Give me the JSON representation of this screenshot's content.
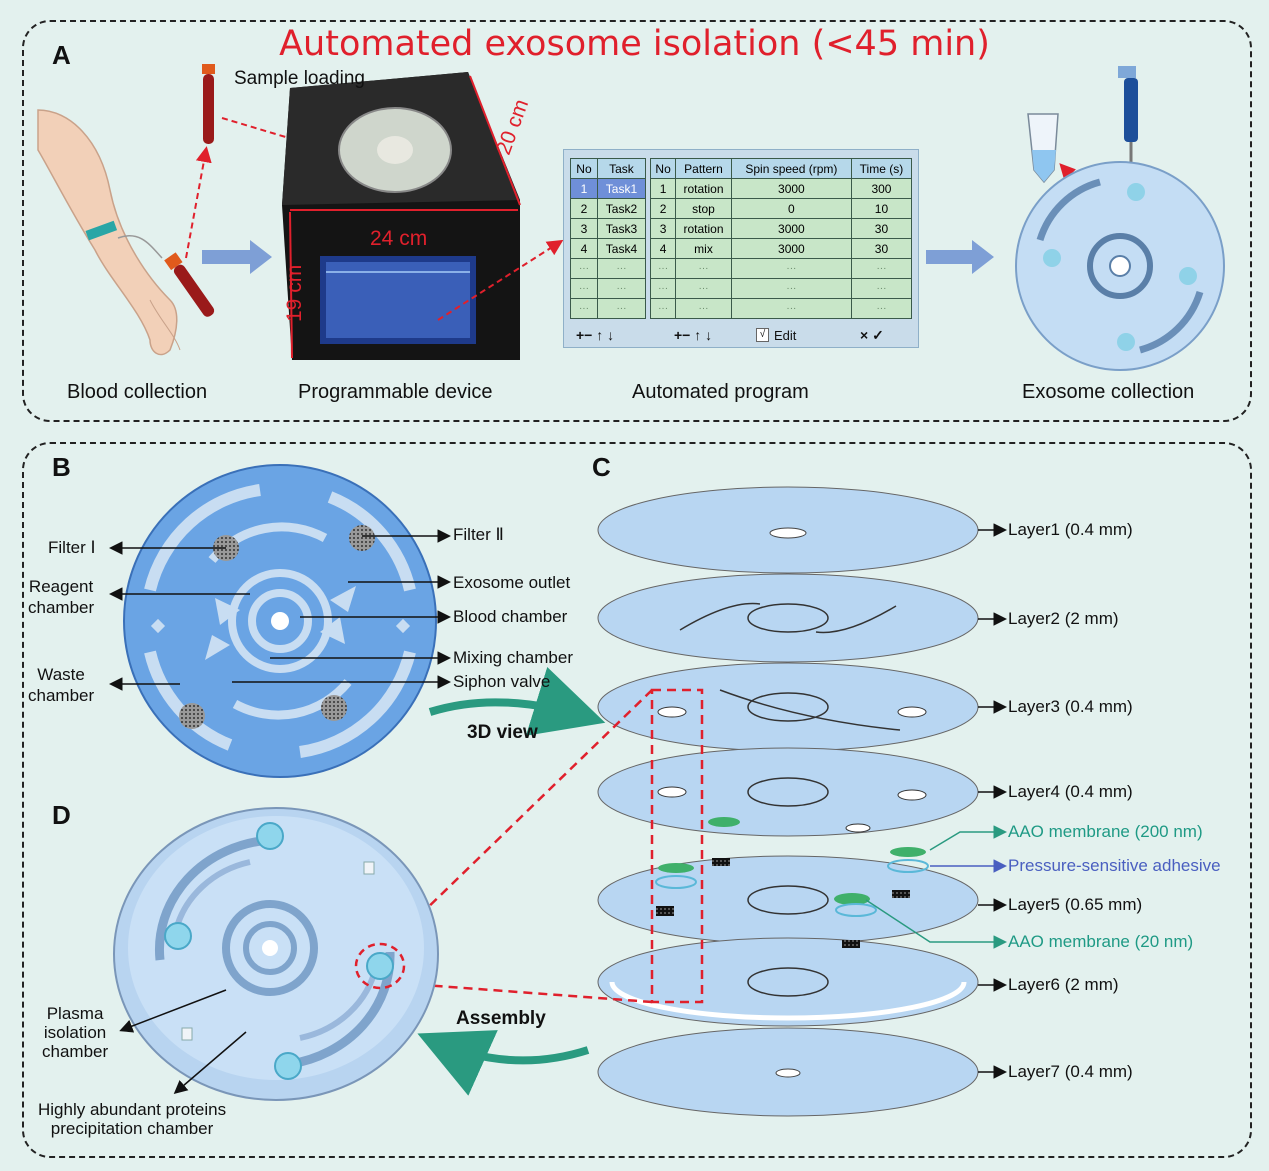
{
  "title": "Automated exosome isolation (<45 min)",
  "panels": {
    "a": "A",
    "b": "B",
    "c": "C",
    "d": "D"
  },
  "panel_a": {
    "sample_loading": "Sample loading",
    "dim_width": "24 cm",
    "dim_depth": "20 cm",
    "dim_height": "19 cm",
    "captions": {
      "blood": "Blood collection",
      "device": "Programmable device",
      "program": "Automated program",
      "exosome": "Exosome collection"
    }
  },
  "program_table": {
    "task_headers": [
      "No",
      "Task"
    ],
    "task_rows": [
      [
        "1",
        "Task1"
      ],
      [
        "2",
        "Task2"
      ],
      [
        "3",
        "Task3"
      ],
      [
        "4",
        "Task4"
      ],
      [
        "···",
        "···"
      ],
      [
        "···",
        "···"
      ],
      [
        "···",
        "···"
      ]
    ],
    "step_headers": [
      "No",
      "Pattern",
      "Spin speed (rpm)",
      "Time (s)"
    ],
    "step_rows": [
      [
        "1",
        "rotation",
        "3000",
        "300"
      ],
      [
        "2",
        "stop",
        "0",
        "10"
      ],
      [
        "3",
        "rotation",
        "3000",
        "30"
      ],
      [
        "4",
        "mix",
        "3000",
        "30"
      ],
      [
        "···",
        "···",
        "···",
        "···"
      ],
      [
        "···",
        "···",
        "···",
        "···"
      ],
      [
        "···",
        "···",
        "···",
        "···"
      ]
    ],
    "toolbar_left": "+− ↑ ↓",
    "toolbar_mid": "+− ↑ ↓",
    "edit_check": "√",
    "edit_label": "Edit",
    "toolbar_right": "×  ✓"
  },
  "panel_b": {
    "filter_1": "Filter Ⅰ",
    "filter_2": "Filter Ⅱ",
    "reagent": "Reagent\nchamber",
    "exosome_outlet": "Exosome outlet",
    "blood_chamber": "Blood chamber",
    "waste": "Waste\nchamber",
    "mixing": "Mixing chamber",
    "siphon": "Siphon valve",
    "view3d": "3D view"
  },
  "panel_c": {
    "layers": [
      "Layer1 (0.4 mm)",
      "Layer2 (2 mm)",
      "Layer3 (0.4 mm)",
      "Layer4 (0.4 mm)",
      "Layer5 (0.65 mm)",
      "Layer6 (2 mm)",
      "Layer7 (0.4 mm)"
    ],
    "aao_200": "AAO membrane (200 nm)",
    "psa": "Pressure-sensitive adhesive",
    "aao_20": "AAO membrane (20 nm)",
    "assembly": "Assembly"
  },
  "panel_d": {
    "plasma": "Plasma\nisolation\nchamber",
    "proteins": "Highly abundant proteins\nprecipitation chamber"
  },
  "colors": {
    "title_red": "#e0202c",
    "teal_arrow": "#2a9a80",
    "aao_text": "#1f9a85",
    "psa_text": "#4a5fc0",
    "disc_blue": "#6aa4e4"
  }
}
